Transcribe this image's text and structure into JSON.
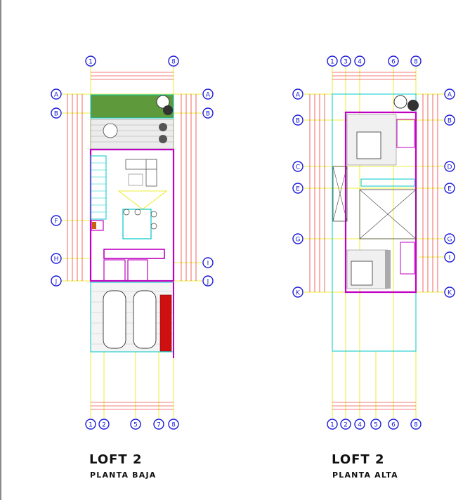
{
  "plan_left": {
    "title": "LOFT 2",
    "subtitle": "PLANTA BAJA",
    "top_axes": [
      "1",
      "8"
    ],
    "bottom_axes": [
      "1",
      "2",
      "5",
      "7",
      "8"
    ],
    "left_axes": [
      "A",
      "B",
      "F",
      "H",
      "J"
    ],
    "right_axes": [
      "A",
      "B",
      "I",
      "J"
    ]
  },
  "plan_right": {
    "title": "LOFT 2",
    "subtitle": "PLANTA ALTA",
    "top_axes": [
      "1",
      "3",
      "4",
      "6",
      "8"
    ],
    "bottom_axes": [
      "1",
      "2",
      "4",
      "5",
      "6",
      "8"
    ],
    "left_axes": [
      "A",
      "B",
      "C",
      "E",
      "G",
      "K"
    ],
    "right_axes": [
      "A",
      "B",
      "D",
      "E",
      "G",
      "I",
      "K"
    ]
  },
  "colors": {
    "grid_bubble": "#1a1ad8",
    "axis_line": "#e8e800",
    "dimension": "#e80000",
    "wall": "#c000c0",
    "furniture": "#00c8c8",
    "garden": "#5e9a3c",
    "detail": "#555555"
  }
}
